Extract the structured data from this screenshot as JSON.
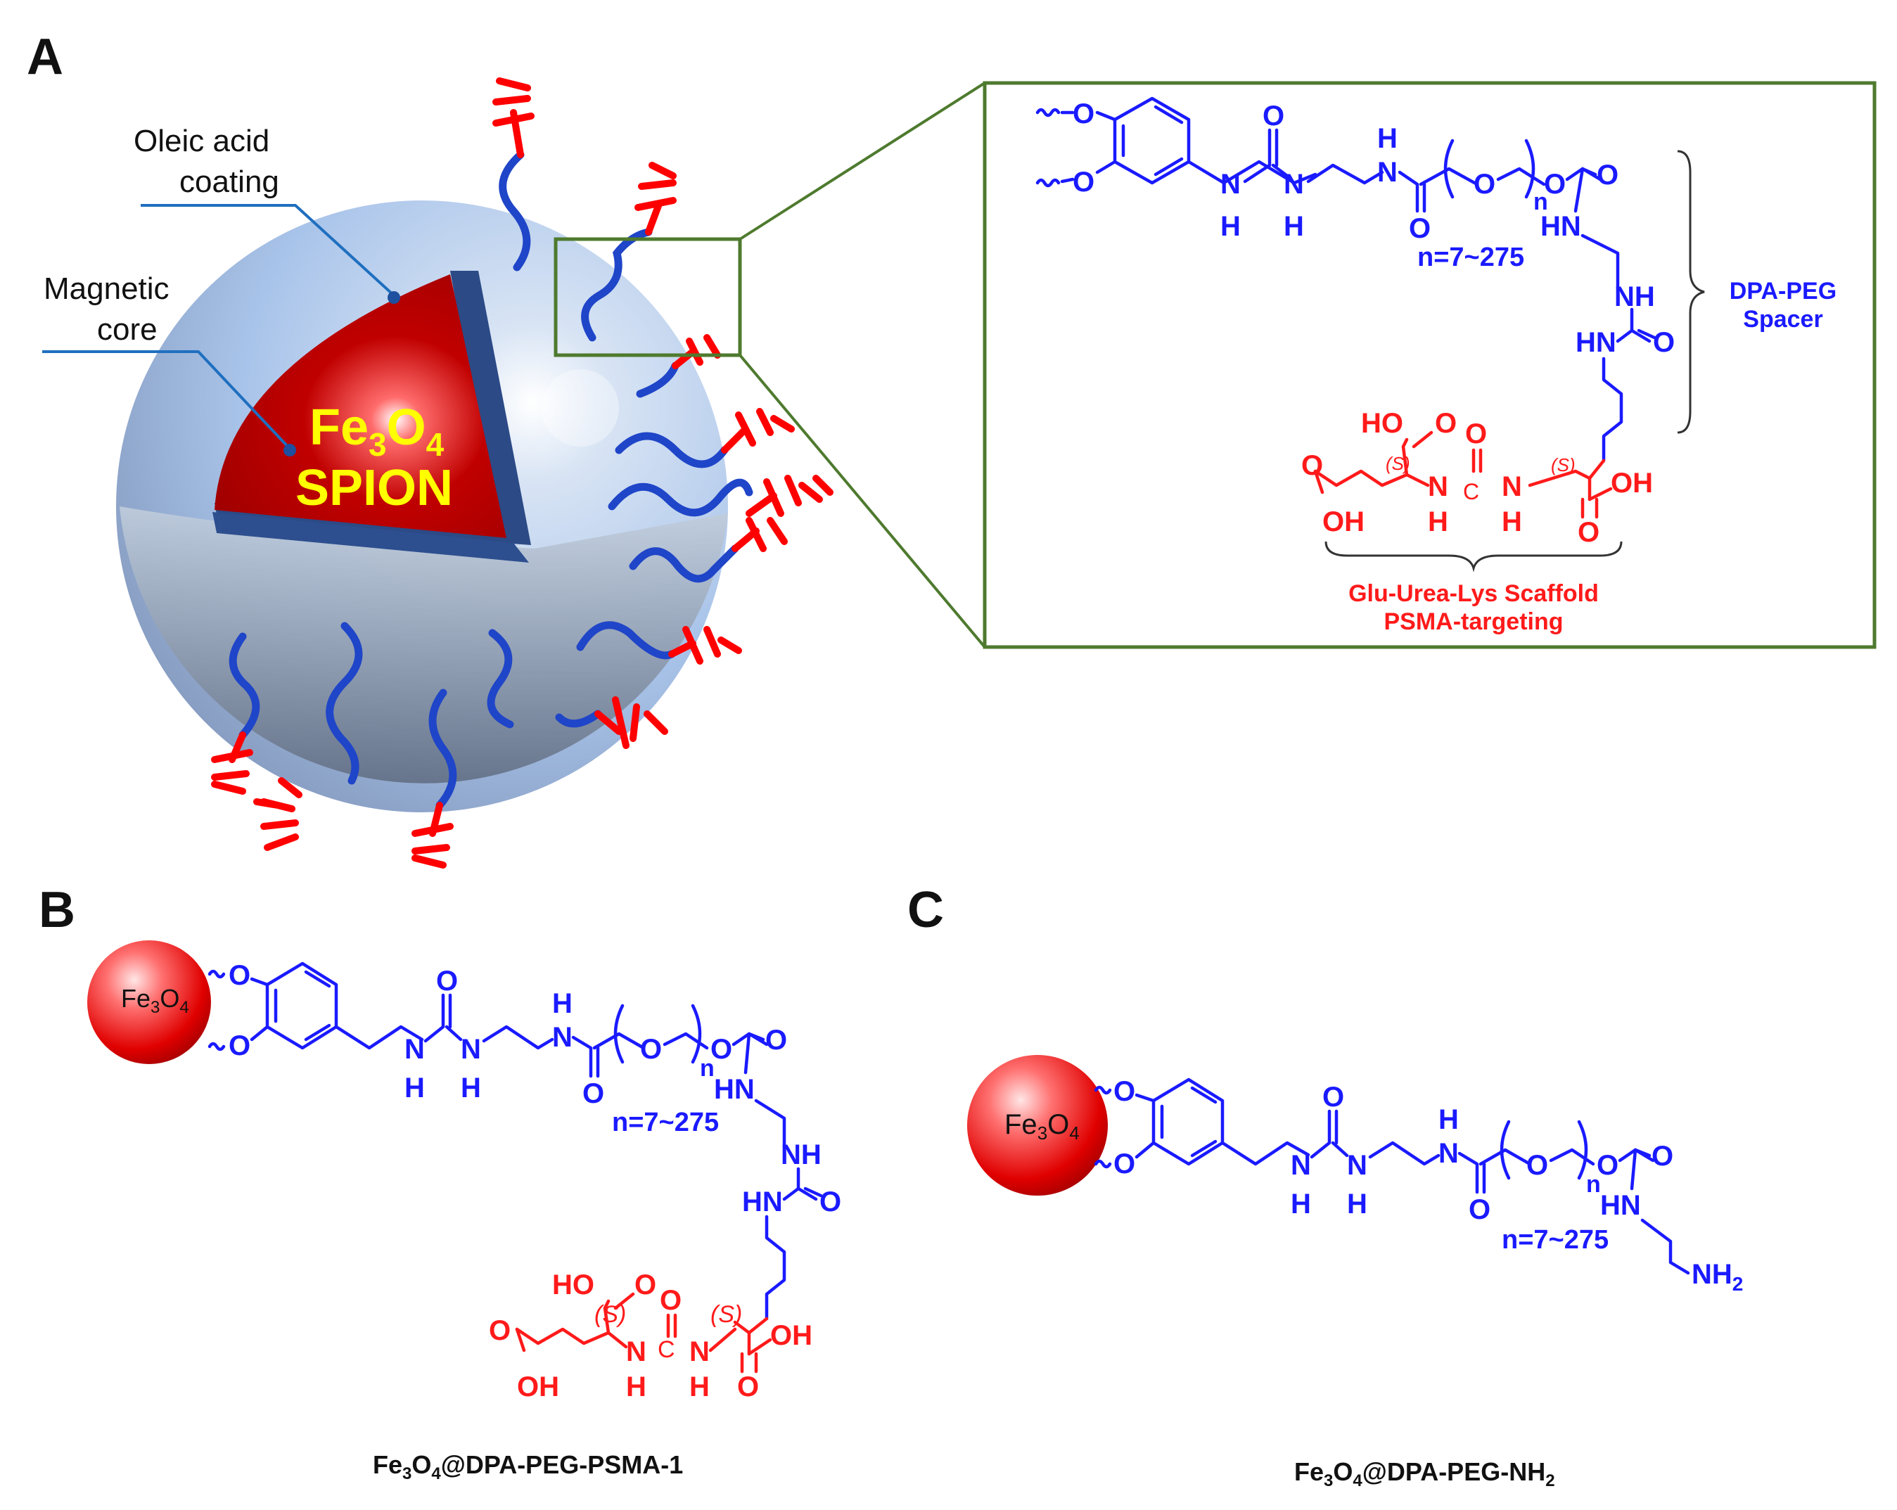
{
  "panels": {
    "a": {
      "letter": "A"
    },
    "b": {
      "letter": "B"
    },
    "c": {
      "letter": "C"
    }
  },
  "nanoparticle": {
    "coating_label_1": "Oleic acid",
    "coating_label_2": "coating",
    "core_label_1": "Magnetic",
    "core_label_2": "core",
    "core_text_fe": "Fe",
    "core_text_3": "3",
    "core_text_o": "O",
    "core_text_4": "4",
    "core_text_spion": "SPION"
  },
  "structure": {
    "o_atom": "O",
    "nh": "NH",
    "hn": "HN",
    "n": "N",
    "h": "H",
    "c": "C",
    "ho": "HO",
    "oh": "OH",
    "n_sub": "n",
    "s_label": "(S)",
    "n_range": "n=7~275",
    "nh2_main": "NH",
    "nh2_sub": "2"
  },
  "braces": {
    "dpa_peg_1": "DPA-PEG",
    "dpa_peg_2": "Spacer",
    "scaffold_1": "Glu-Urea-Lys Scaffold",
    "scaffold_2": "PSMA-targeting"
  },
  "particle": {
    "fe": "Fe",
    "sub3": "3",
    "o": "O",
    "sub4": "4"
  },
  "captions": {
    "b_pre": "Fe",
    "b_sub3": "3",
    "b_o": "O",
    "b_sub4": "4",
    "b_post": "@DPA-PEG-PSMA-1",
    "c_pre": "Fe",
    "c_sub3": "3",
    "c_o": "O",
    "c_sub4": "4",
    "c_post": "@DPA-PEG-NH",
    "c_sub2": "2"
  },
  "colors": {
    "structure_blue": "#1a1aff",
    "structure_red": "#ff1a1a",
    "core_red": "#c00000",
    "core_text_yellow": "#ffff00",
    "inset_border_green": "#4e7a2e",
    "shell_blue": "#a9c4ea"
  }
}
